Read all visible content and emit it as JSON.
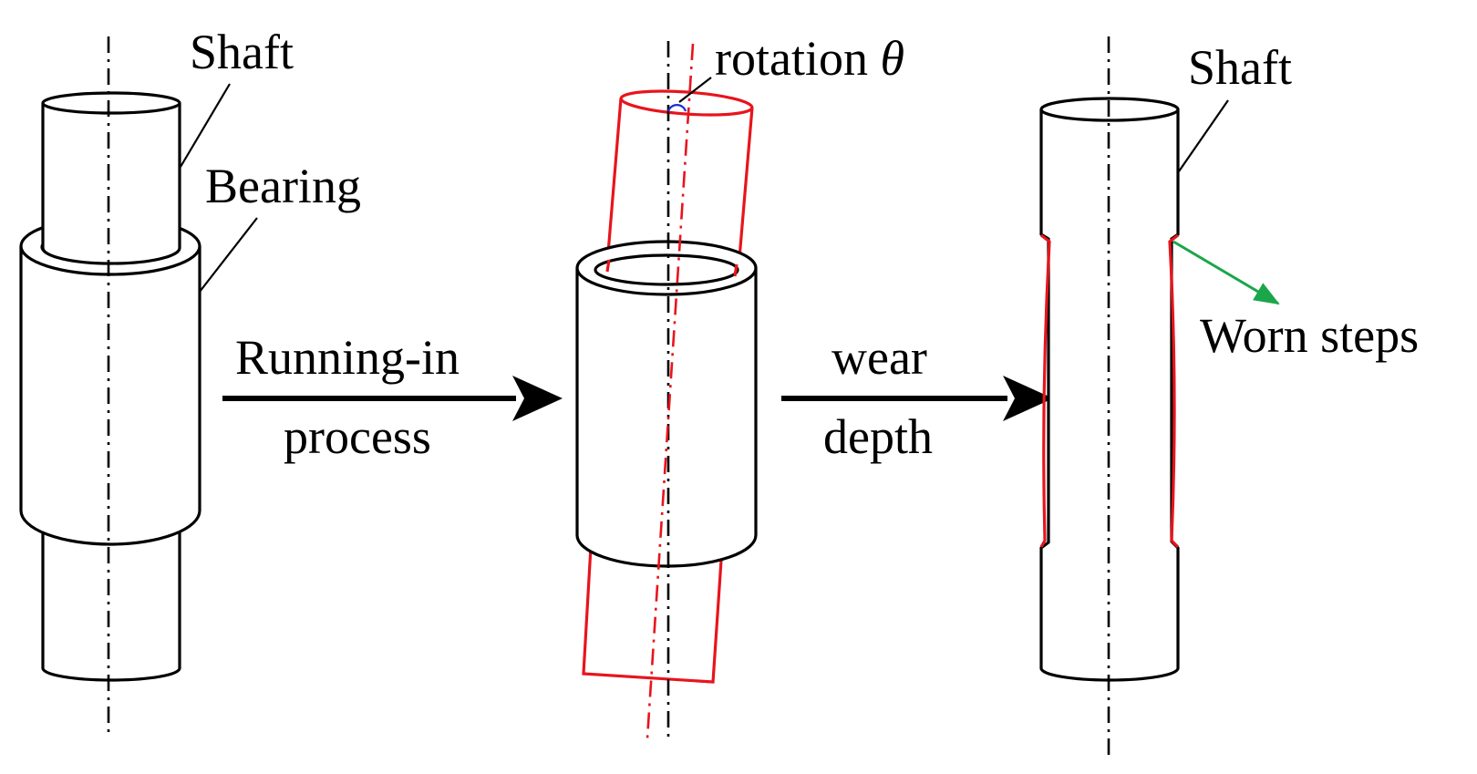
{
  "labels": {
    "shaft_left": "Shaft",
    "bearing": "Bearing",
    "running_in_line1": "Running-in",
    "running_in_line2": "process",
    "rotation_prefix": "rotation ",
    "rotation_symbol": "θ",
    "wear_line1": "wear",
    "wear_line2": "depth",
    "shaft_right": "Shaft",
    "worn_steps": "Worn steps"
  },
  "colors": {
    "outline": "#000000",
    "rotated_shaft": "#e8141c",
    "worn_profile": "#e8141c",
    "worn_arrow": "#1aa64a",
    "angle_arc": "#1a2bd8"
  },
  "stages": [
    {
      "name": "shaft-and-bearing-initial"
    },
    {
      "name": "shaft-rotated-in-bearing"
    },
    {
      "name": "worn-shaft"
    }
  ]
}
